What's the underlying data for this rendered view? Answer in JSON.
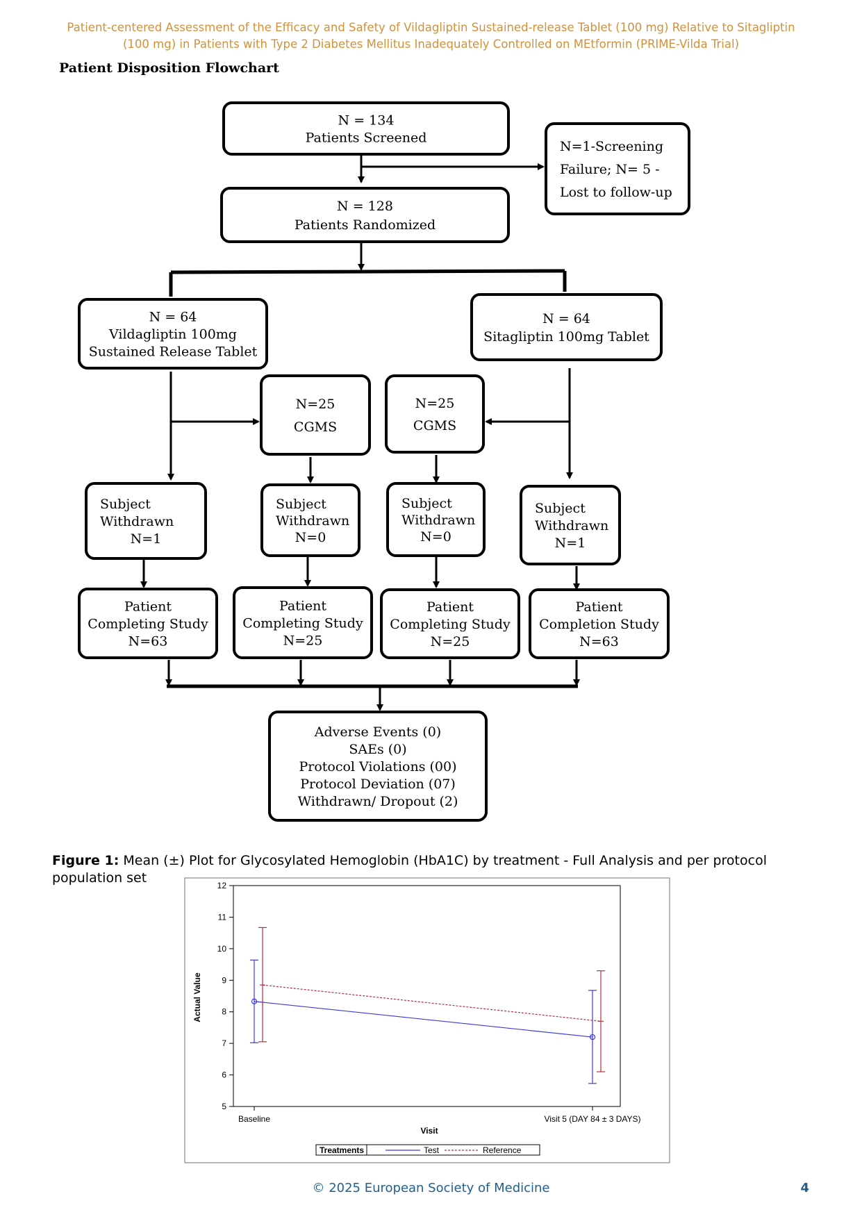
{
  "header": {
    "line1": "Patient-centered Assessment of the Efficacy and Safety of Vildagliptin Sustained-release Tablet (100 mg) Relative to Sitagliptin",
    "line2": "(100 mg) in Patients with Type 2 Diabetes Mellitus Inadequately Controlled on MEtformin (PRIME-Vilda Trial)"
  },
  "flowchart": {
    "title": "Patient Disposition Flowchart",
    "screened": [
      "N = 134",
      "Patients Screened"
    ],
    "excluded": [
      "N=1-Screening",
      "Failure;  N=  5  -",
      "Lost to follow-up"
    ],
    "randomized": [
      "N = 128",
      "Patients Randomized"
    ],
    "arm_vilda": [
      "N = 64",
      "Vildagliptin 100mg",
      "Sustained Release Tablet"
    ],
    "arm_sita": [
      "N = 64",
      "Sitagliptin 100mg Tablet"
    ],
    "cgms_left": [
      "N=25",
      "CGMS"
    ],
    "cgms_right": [
      "N=25",
      "CGMS"
    ],
    "withdrawn_1": [
      "Subject",
      "Withdrawn",
      "N=1"
    ],
    "withdrawn_2": [
      "Subject",
      "Withdrawn",
      "N=0"
    ],
    "withdrawn_3": [
      "Subject",
      "Withdrawn",
      "N=0"
    ],
    "withdrawn_4": [
      "Subject",
      "Withdrawn",
      "N=1"
    ],
    "complete_1": [
      "Patient",
      "Completing Study",
      "N=63"
    ],
    "complete_2": [
      "Patient",
      "Completing Study",
      "N=25"
    ],
    "complete_3": [
      "Patient",
      "Completing Study",
      "N=25"
    ],
    "complete_4": [
      "Patient",
      "Completion Study",
      "N=63"
    ],
    "summary": [
      "Adverse Events (0)",
      "SAEs (0)",
      "Protocol Violations (00)",
      "Protocol Deviation (07)",
      "Withdrawn/ Dropout (2)"
    ]
  },
  "figure": {
    "label": "Figure 1:",
    "caption": "Mean (±) Plot for Glycosylated Hemoglobin (HbA1C) by treatment - Full Analysis and per protocol population set"
  },
  "chart_data": {
    "type": "line",
    "title": "",
    "xlabel": "Visit",
    "ylabel": "Actual Value",
    "categories": [
      "Baseline",
      "Visit 5 (DAY 84 ± 3 DAYS)"
    ],
    "ylim": [
      5,
      12
    ],
    "yticks": [
      5,
      6,
      7,
      8,
      9,
      10,
      11,
      12
    ],
    "legend_title": "Treatments",
    "legend_position": "bottom",
    "series": [
      {
        "name": "Test",
        "color": "#3a3ad8",
        "values": [
          8.33,
          7.2
        ],
        "lower": [
          7.02,
          5.73
        ],
        "upper": [
          9.64,
          8.68
        ]
      },
      {
        "name": "Reference",
        "color": "#b03040",
        "values": [
          8.85,
          7.7
        ],
        "lower": [
          7.05,
          6.1
        ],
        "upper": [
          10.67,
          9.3
        ]
      }
    ]
  },
  "footer": {
    "copyright": "© 2025 European Society of Medicine",
    "page_number": "4"
  }
}
